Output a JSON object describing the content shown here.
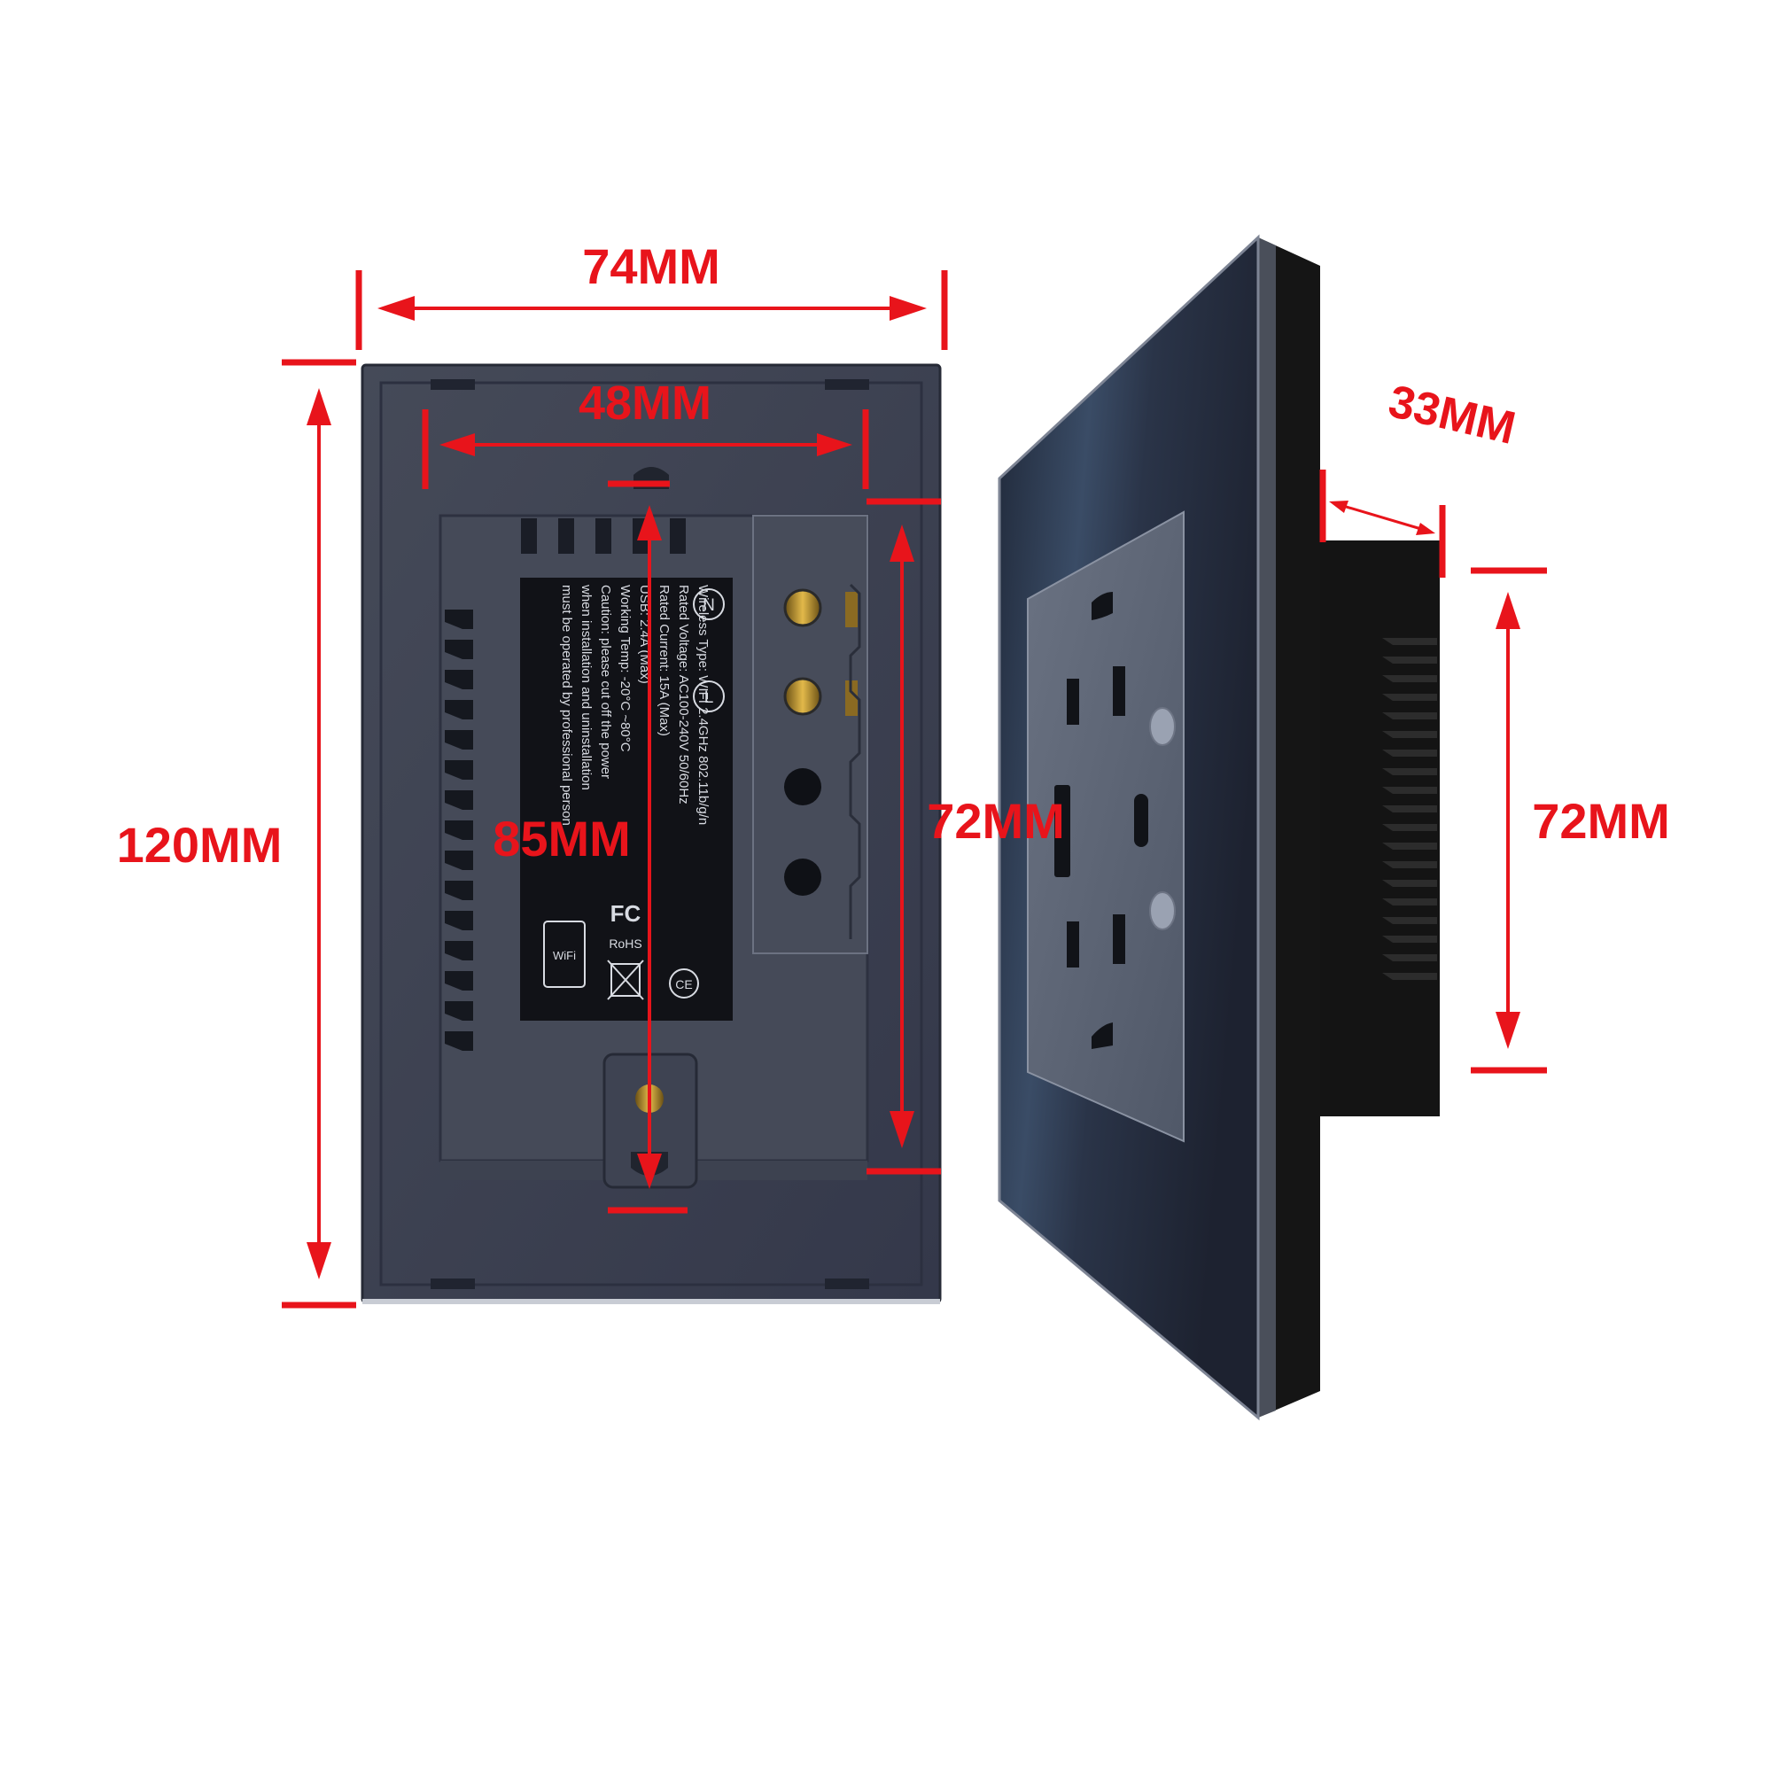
{
  "dimensions": {
    "overall_width": "74MM",
    "inner_width": "48MM",
    "overall_height": "120MM",
    "mount_pitch": "85MM",
    "terminal_height": "72MM",
    "depth": "33MM",
    "body_height": "72MM"
  },
  "label_sticker": {
    "lines": [
      "Wireless Type: WIFI 2.4GHz 802.11b/g/n",
      "Rated Voltage: AC100-240V 50/60Hz",
      "Rated Current: 15A (Max)",
      "USB: 2.4A (Max)",
      "Working Temp: -20°C ~80°C",
      "Caution: please cut off the power",
      "when installation and uninstallation",
      "must be operated by professional person"
    ],
    "marks": [
      "FC",
      "RoHS",
      "WiFi",
      "CE"
    ]
  },
  "terminals": {
    "neutral": "N",
    "line": "L"
  },
  "colors": {
    "dimension": "#e8141b",
    "plate": "#3a3f4c",
    "glass": "#2a3344",
    "insert": "#5e6676",
    "housing": "#141414"
  },
  "icons": [
    "dimension-arrow",
    "wifi-icon",
    "recycle-bin-icon",
    "ce-mark-icon"
  ]
}
